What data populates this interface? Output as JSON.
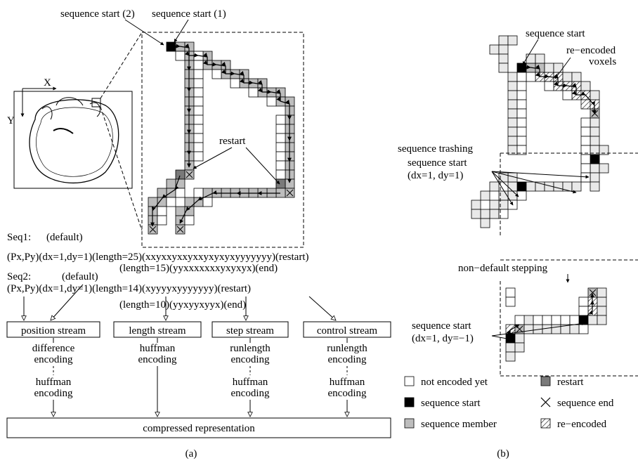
{
  "panel_a": {
    "caption": "(a)",
    "label_seq_start_2": "sequence start (2)",
    "label_seq_start_1": "sequence start (1)",
    "label_restart": "restart",
    "axis_x": "X",
    "axis_y": "Y",
    "seq1_title": "Seq1:",
    "seq1_default": "(default)",
    "seq1_line1": "(Px,Py)(dx=1,dy=1)(length=25)(xxyxxyxxyxxyxyxyxyyyyyyy)(restart)",
    "seq1_line2": "(length=15)(yyxxxxxxxyxyxyx)(end)",
    "seq2_title": "Seq2:",
    "seq2_default": "(default)",
    "seq2_line1": "(Px,Py)(dx=1,dy=1)(length=14)(xyyyyxyyyyyyy)(restart)",
    "seq2_line2": "(length=10)(yyxyyxyyx)(end)",
    "streams": [
      {
        "name": "position stream",
        "steps": [
          "difference",
          "encoding",
          "huffman",
          "encoding"
        ]
      },
      {
        "name": "length stream",
        "steps": [
          "huffman",
          "encoding"
        ]
      },
      {
        "name": "step stream",
        "steps": [
          "runlength",
          "encoding",
          "huffman",
          "encoding"
        ]
      },
      {
        "name": "control stream",
        "steps": [
          "runlength",
          "encoding",
          "huffman",
          "encoding"
        ]
      }
    ],
    "output": "compressed representation"
  },
  "panel_b": {
    "caption": "(b)",
    "label_seq_start": "sequence start",
    "label_reencoded_1": "re−encoded",
    "label_reencoded_2": "voxels",
    "label_trashing": "sequence trashing",
    "label_trashing_start": "sequence start",
    "label_trashing_step": "(dx=1, dy=1)",
    "label_nondefault": "non−default stepping",
    "label_nd_start": "sequence start",
    "label_nd_step": "(dx=1, dy=−1)"
  },
  "legend": [
    {
      "key": "not_encoded",
      "label": "not encoded yet",
      "color": "#ffffff"
    },
    {
      "key": "restart",
      "label": "restart",
      "color": "#7a7a7a"
    },
    {
      "key": "seq_start",
      "label": "sequence start",
      "color": "#000000"
    },
    {
      "key": "seq_end",
      "label": "sequence end",
      "color": "#ffffff"
    },
    {
      "key": "seq_member",
      "label": "sequence member",
      "color": "#bdbdbd"
    },
    {
      "key": "reencoded",
      "label": "re−encoded",
      "color": "#ffffff"
    }
  ],
  "colors": {
    "member": "#bdbdbd",
    "light": "#e9e9e9",
    "restart": "#7a7a7a",
    "start": "#000000"
  }
}
